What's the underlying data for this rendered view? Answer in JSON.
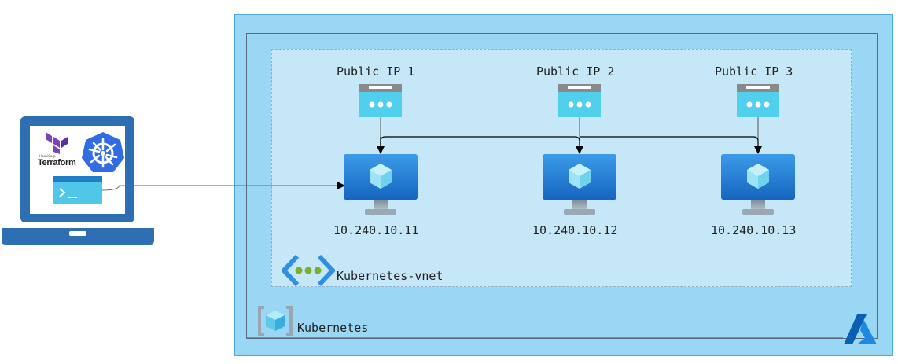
{
  "public_ips": [
    {
      "label": "Public IP 1"
    },
    {
      "label": "Public IP 2"
    },
    {
      "label": "Public IP 3"
    }
  ],
  "vms": [
    {
      "ip": "10.240.10.11"
    },
    {
      "ip": "10.240.10.12"
    },
    {
      "ip": "10.240.10.13"
    }
  ],
  "vnet": {
    "label": "Kubernetes-vnet"
  },
  "resource_group": {
    "label": "Kubernetes"
  },
  "laptop": {
    "terraform_label": "Terraform",
    "terraform_small": "HashiCorp"
  },
  "colors": {
    "azure_bg": "#9ad7f5",
    "vnet_bg": "#c5e7f7",
    "vm_blue": "#1f7fd6",
    "laptop_blue": "#2e6fb3",
    "terraform_purple": "#7b42bc",
    "k8s_blue": "#326ce5"
  }
}
